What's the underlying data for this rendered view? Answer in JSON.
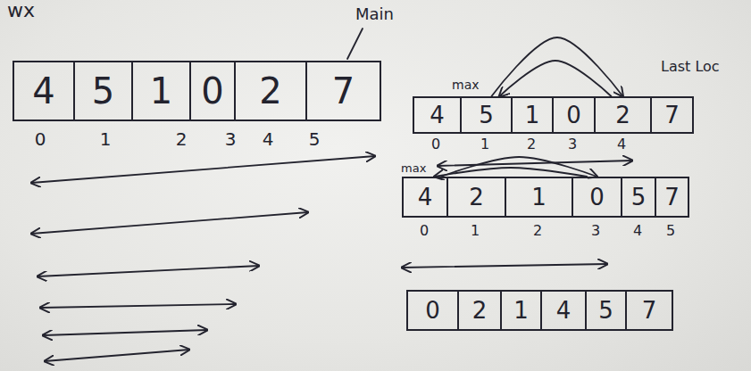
{
  "diagram": {
    "nodes": [
      {
        "text": [
          "4"
        ]
      },
      {
        "text": [
          "5"
        ]
      },
      {
        "text": [
          "1"
        ]
      },
      {
        "text": [
          "0"
        ]
      },
      {
        "text": [
          "2"
        ]
      },
      {
        "text": [
          "7"
        ]
      },
      {
        "text": [
          "4"
        ]
      },
      {
        "text": [
          "5"
        ]
      },
      {
        "text": [
          "1"
        ]
      },
      {
        "text": [
          "0"
        ]
      },
      {
        "text": [
          "2"
        ]
      },
      {
        "text": [
          "7"
        ]
      },
      {
        "text": [
          "4"
        ]
      },
      {
        "text": [
          "2"
        ]
      },
      {
        "text": [
          "1"
        ]
      },
      {
        "text": [
          "0"
        ]
      },
      {
        "text": [
          "5"
        ]
      },
      {
        "text": [
          "7"
        ]
      },
      {
        "text": [
          "0"
        ]
      },
      {
        "text": [
          "2"
        ]
      },
      {
        "text": [
          "1"
        ]
      },
      {
        "text": [
          "4"
        ]
      },
      {
        "text": [
          "5"
        ]
      },
      {
        "text": [
          "7"
        ]
      }
    ],
    "edges": [
      {
        "from": 7,
        "to": 10,
        "arrow": "to"
      },
      {
        "from": 10,
        "to": 7,
        "arrow": "to"
      },
      {
        "from": 12,
        "to": 15,
        "arrow": "to"
      },
      {
        "from": 15,
        "to": 12,
        "arrow": "to"
      }
    ],
    "labels": [
      "wx",
      "Main",
      "0",
      "1",
      "2",
      "3",
      "4",
      "5",
      "Last Loc",
      "max",
      "0",
      "1",
      "2",
      "3",
      "4",
      "max",
      "0",
      "1",
      "2",
      "3",
      "4",
      "5"
    ]
  }
}
